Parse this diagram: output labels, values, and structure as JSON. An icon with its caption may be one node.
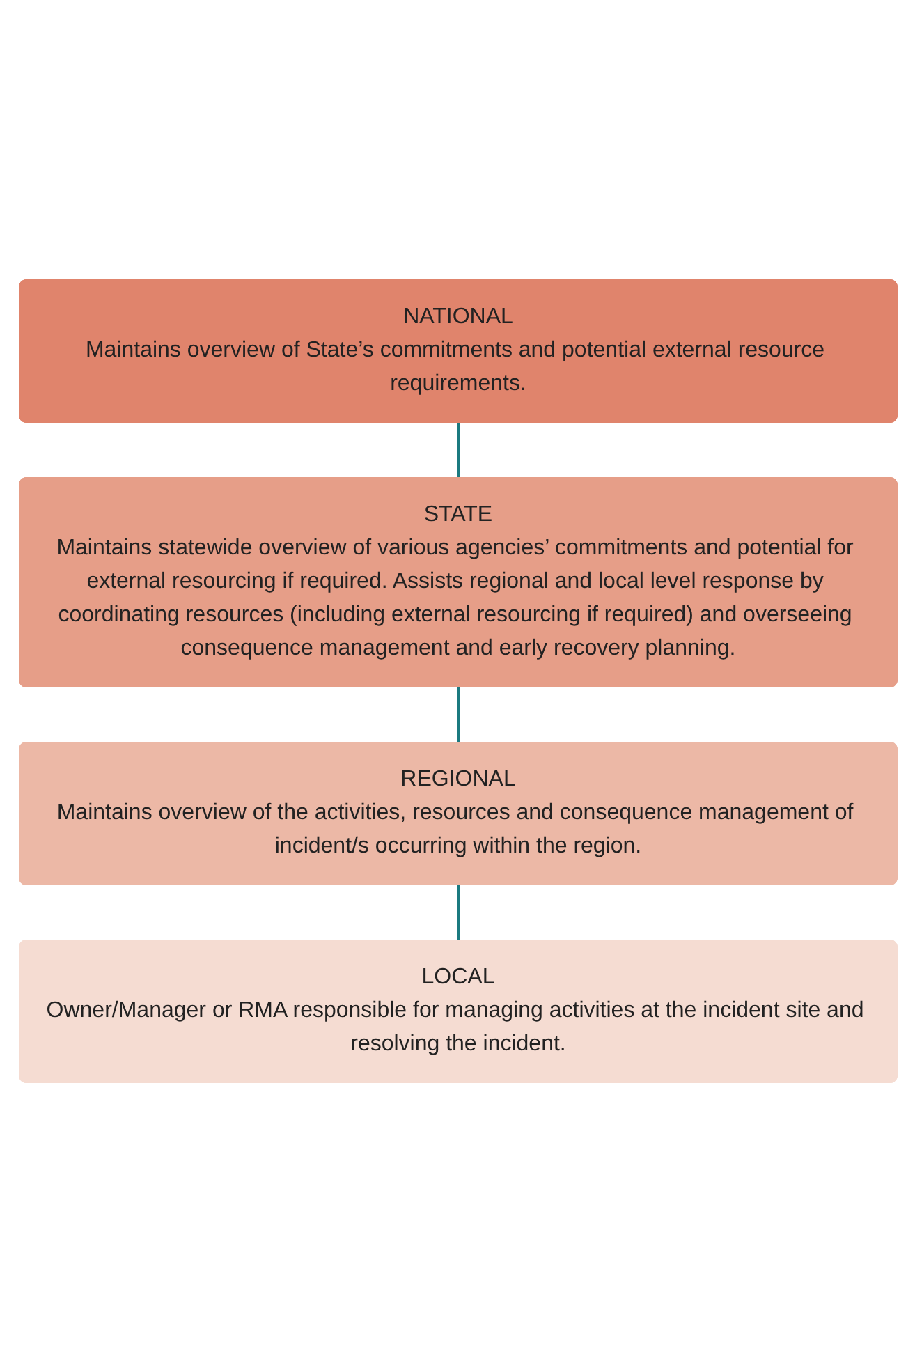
{
  "diagram": {
    "nodes": [
      {
        "text": [
          "NATIONAL",
          "Maintains overview of State’s commitments and potential external resource requirements."
        ]
      },
      {
        "text": [
          "STATE",
          "Maintains statewide overview of various agencies’ commitments and potential for external resourcing if required. Assists regional and local level response by coordinating resources (including external resourcing if required) and overseeing consequence management and early recovery planning."
        ]
      },
      {
        "text": [
          "REGIONAL",
          "Maintains overview of the activities, resources and consequence management of incident/s occurring within the region."
        ]
      },
      {
        "text": [
          "LOCAL",
          "Owner/Manager or RMA responsible for managing activities at the incident site and resolving the incident."
        ]
      }
    ],
    "edges": [
      {
        "from": 0,
        "to": 1,
        "arrow": "none"
      },
      {
        "from": 1,
        "to": 2,
        "arrow": "none"
      },
      {
        "from": 2,
        "to": 3,
        "arrow": "none"
      }
    ]
  }
}
